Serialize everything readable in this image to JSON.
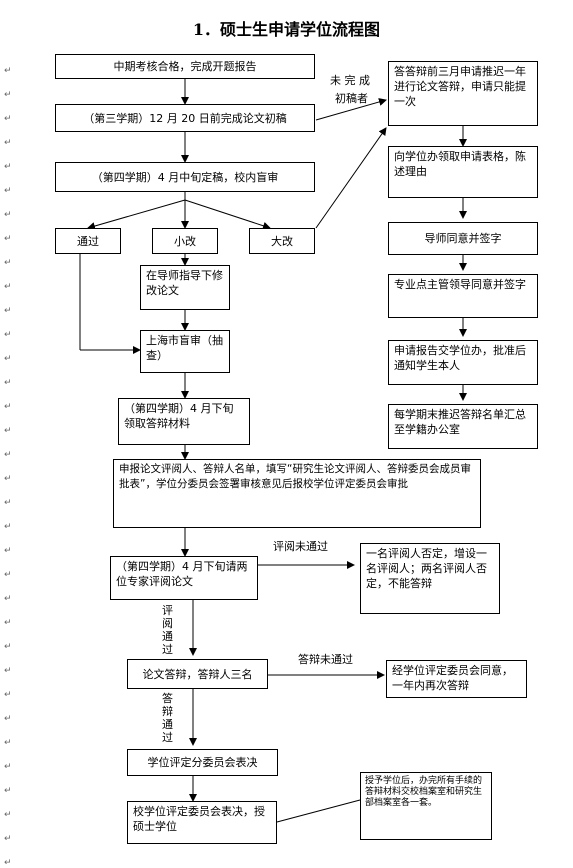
{
  "title": "1．硕士生申请学位流程图",
  "nodes": {
    "midterm": "中期考核合格，完成开题报告",
    "draft": "（第三学期）12 月 20 日前完成论文初稿",
    "final": "（第四学期）4 月中旬定稿，校内盲审",
    "pass": "通过",
    "minor": "小改",
    "major": "大改",
    "revise": "在导师指导下修改论文",
    "shanghai": "上海市盲审（抽查）",
    "materials": "（第四学期）4 月下旬领取答辩材料",
    "report": "申报论文评阅人、答辩人名单，填写“研究生论文评阅人、答辩委员会成员审批表”，学位分委员会签署审核意见后报校学位评定委员会审批",
    "expert": "（第四学期）4 月下旬请两位专家评阅论文",
    "defense": "论文答辩，答辩人三名",
    "subcommittee": "学位评定分委员会表决",
    "committee": "校学位评定委员会表决，授硕士学位",
    "delay": "答答辩前三月申请推迟一年进行论文答辩，申请只能提一次",
    "form": "向学位办领取申请表格，陈述理由",
    "supervisor": "导师同意并签字",
    "head": "专业点主管领导同意并签字",
    "notify": "申请报告交学位办，批准后通知学生本人",
    "summary": "每学期末推迟答辩名单汇总至学籍办公室",
    "review_fail_note": "一名评阅人否定，增设一名评阅人；两名评阅人否定，不能答辩",
    "defense_fail_note": "经学位评定委员会同意，一年内再次答辩",
    "archive_note": "授予学位后，办完所有手续的答辩材料交校档案室和研究生部档案室各一套。"
  },
  "labels": {
    "unfinished": "未 完 成",
    "unfinished2": "初稿者",
    "review_fail": "评阅未通过",
    "review_pass": "评阅通过",
    "defense_fail": "答辩未通过",
    "defense_pass": "答辩通过"
  },
  "margin_marks": "↵"
}
